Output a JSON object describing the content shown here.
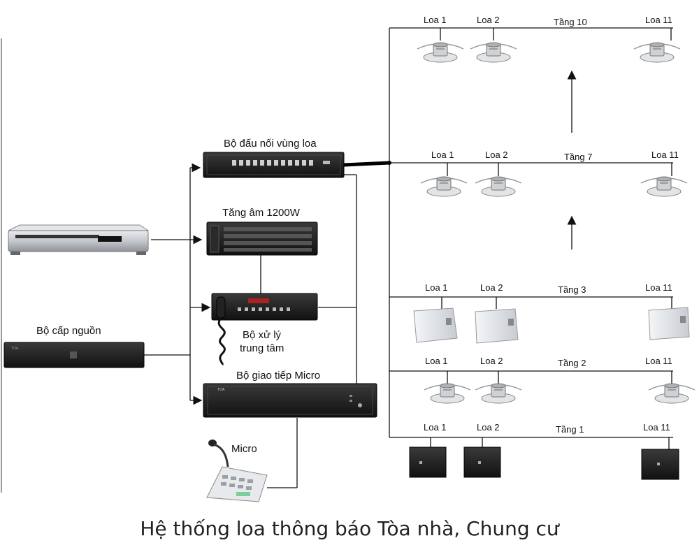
{
  "caption": "Hệ thống loa thông báo Tòa nhà, Chung cư",
  "devices": {
    "zone_connector": "Bộ đấu nối vùng loa",
    "amplifier": "Tăng âm 1200W",
    "processor_line1": "Bộ xử lý",
    "processor_line2": "trung tâm",
    "power_supply": "Bộ cấp nguồn",
    "mic_interface": "Bộ giao tiếp Micro",
    "microphone": "Micro"
  },
  "floors": [
    {
      "name": "Tầng 10",
      "speakers": [
        "Loa 1",
        "Loa 2",
        "Loa 11"
      ],
      "speaker_type": "ceiling"
    },
    {
      "name": "Tầng 7",
      "speakers": [
        "Loa 1",
        "Loa 2",
        "Loa 11"
      ],
      "speaker_type": "ceiling"
    },
    {
      "name": "Tầng 3",
      "speakers": [
        "Loa 1",
        "Loa 2",
        "Loa 11"
      ],
      "speaker_type": "wall-white"
    },
    {
      "name": "Tầng 2",
      "speakers": [
        "Loa 1",
        "Loa 2",
        "Loa 11"
      ],
      "speaker_type": "ceiling"
    },
    {
      "name": "Tầng 1",
      "speakers": [
        "Loa 1",
        "Loa 2",
        "Loa 11"
      ],
      "speaker_type": "box-black"
    }
  ],
  "colors": {
    "line": "#222222",
    "device_dark": "#1f1f1f",
    "dvd_silver": "#c9ccd1"
  }
}
